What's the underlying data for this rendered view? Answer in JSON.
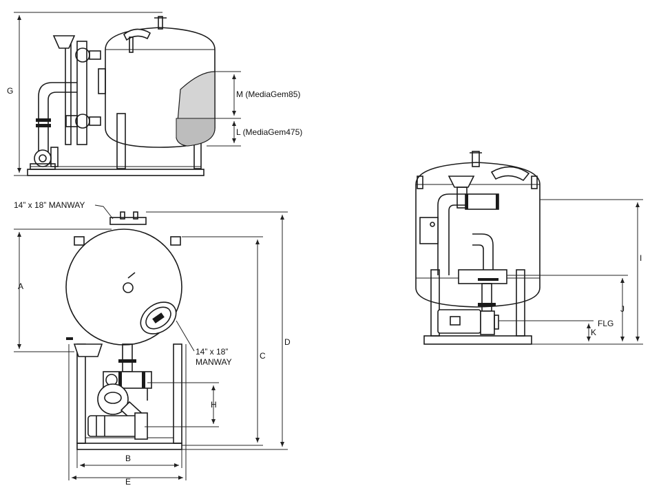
{
  "colors": {
    "line": "#1a1a1a",
    "media_fill": "#d4d4d4",
    "media_dark": "#bdbdbd",
    "background": "#ffffff"
  },
  "side_view": {
    "dimension_g": "G",
    "dimension_m": "M (MediaGem85)",
    "dimension_l": "L (MediaGem475)"
  },
  "front_view": {
    "manway_top": "14” x 18” MANWAY",
    "manway_side_line1": "14” x 18”",
    "manway_side_line2": "MANWAY",
    "dimension_a": "A",
    "dimension_b": "B",
    "dimension_c": "C",
    "dimension_d": "D",
    "dimension_e": "E",
    "dimension_h": "H"
  },
  "rear_view": {
    "dimension_i": "I",
    "dimension_j": "J",
    "dimension_k": "K",
    "dimension_flg": "FLG"
  }
}
